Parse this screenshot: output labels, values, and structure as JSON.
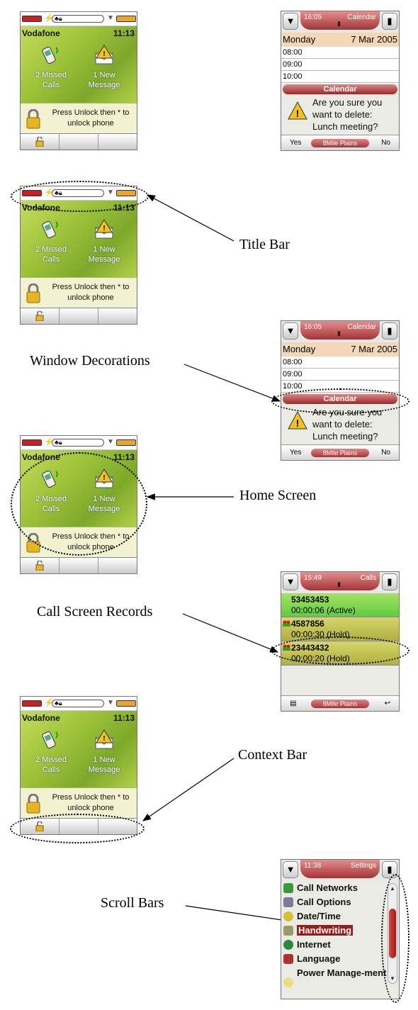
{
  "home": {
    "operator": "Vodafone",
    "time": "11:13",
    "missed_calls_label": "2 Missed Calls",
    "new_message_label": "1 New Message",
    "unlock_text": "Press Unlock then * to unlock phone"
  },
  "calendar": {
    "title_time": "16:05",
    "title_app": "Calendar",
    "day": "Monday",
    "date": "7 Mar 2005",
    "hours": [
      "08:00",
      "09:00",
      "10:00"
    ],
    "dialog_title": "Calendar",
    "dialog_text": "Are you sure you want to delete: Lunch meeting?",
    "yes_label": "Yes",
    "no_label": "No",
    "context_title": "8Mile Plains"
  },
  "calls": {
    "title_time": "15:49",
    "title_app": "Calls",
    "records": [
      {
        "number": "53453453",
        "detail": "00:00:06 (Active)"
      },
      {
        "number": "4587856",
        "detail": "00:00:30 (Hold)"
      },
      {
        "number": "23443432",
        "detail": "00:00:20 (Hold)"
      }
    ],
    "context_title": "8Mile Plains"
  },
  "settings": {
    "title_time": "11:38",
    "title_app": "Settings",
    "items": [
      "Call Networks",
      "Call Options",
      "Date/Time",
      "Handwriting",
      "Internet",
      "Language",
      "Power Manage-ment"
    ],
    "selected_index": 3
  },
  "captions": {
    "title_bar": "Title Bar",
    "window_decorations": "Window Decorations",
    "home_screen": "Home Screen",
    "call_screen_records": "Call Screen Records",
    "context_bar": "Context Bar",
    "scroll_bars": "Scroll Bars"
  },
  "colors": {
    "title_band": "#a43434",
    "home_green": "#9cc238",
    "active_call": "#5fcc3c",
    "hold_call": "#b0b040",
    "calendar_day_row": "#f3d7b7"
  }
}
